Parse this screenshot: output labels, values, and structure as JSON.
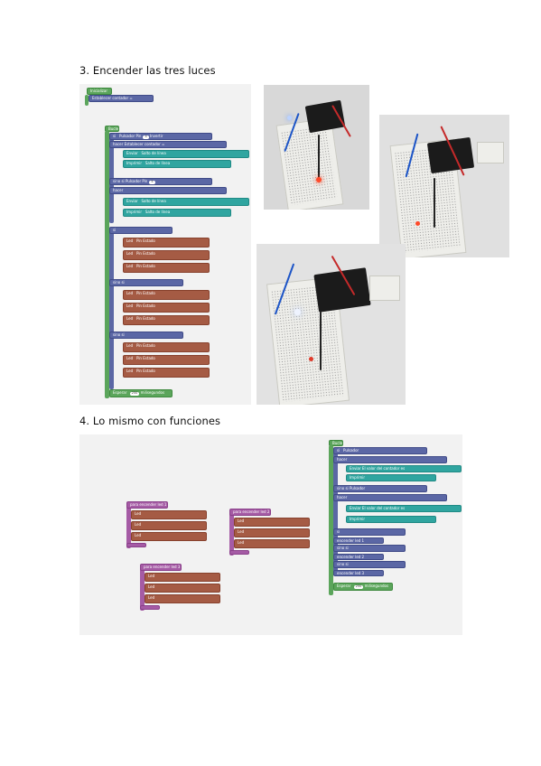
{
  "section3": {
    "title": "3. Encender las tres luces"
  },
  "section4": {
    "title": "4. Lo mismo con funciones"
  },
  "blocks3": {
    "inicio": "Inicializar",
    "establecer": "Establecer contador =",
    "bucle": "Bucle",
    "si": "si",
    "hacer": "hacer",
    "sino": "sino si",
    "pulsador": "Pulsador",
    "pin": "Pin",
    "invertir": "Invertir",
    "enviar": "Enviar",
    "imprimir": "Imprimir",
    "salto": "Salto de línea",
    "led": "Led",
    "estado": "Estado",
    "esperar": "Esperar",
    "ms": "milisegundos"
  },
  "blocks4": {
    "func1": "para encender led 1",
    "func2": "para encender led 2",
    "func3": "para encender led 3",
    "bucle": "Bucle",
    "llamar1": "encender led 1",
    "llamar2": "encender led 2",
    "llamar3": "encender led 3",
    "valor": "El valor del contador es",
    "esperar": "Esperar",
    "ms": "milisegundos"
  },
  "colors": {
    "green": "#5ba55b",
    "blue": "#5b67a5",
    "teal": "#30a5a0",
    "brown": "#a55b44",
    "purple": "#a55ba5"
  }
}
